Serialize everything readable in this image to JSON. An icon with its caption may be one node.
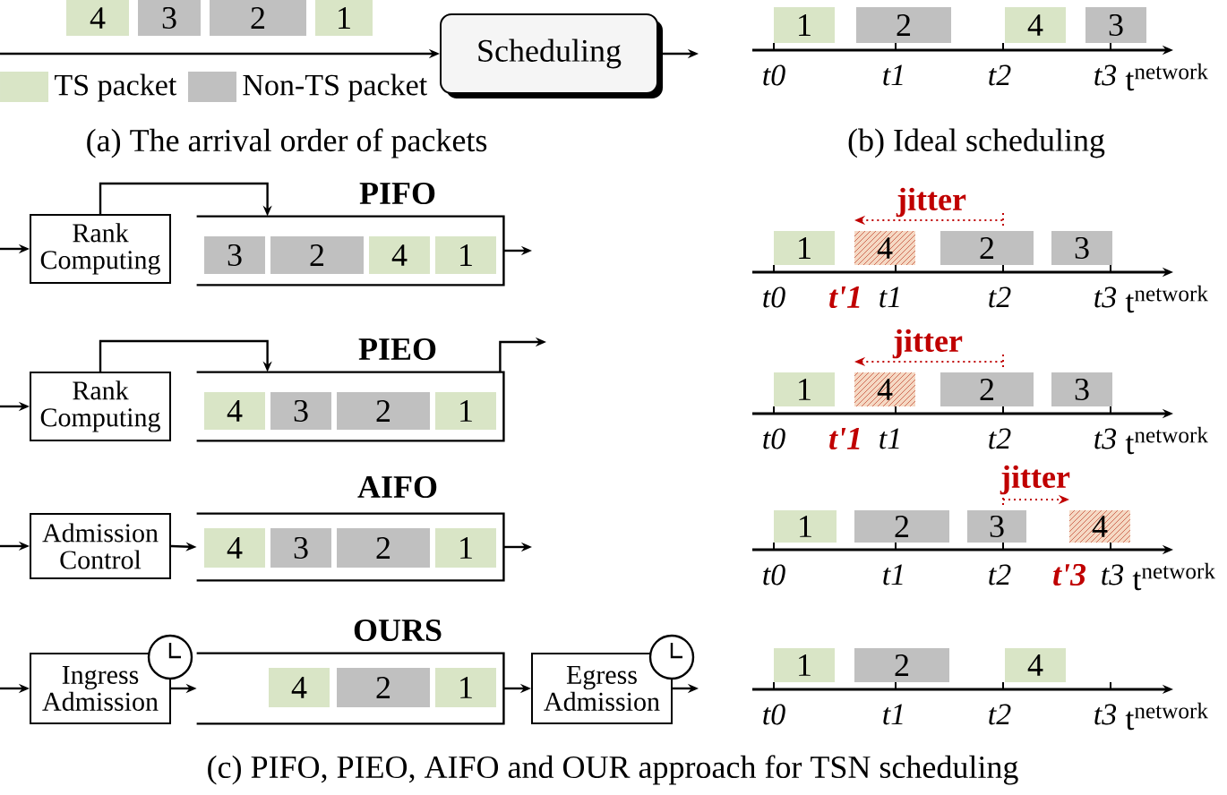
{
  "diagram": {
    "nodes": [
      {
        "text": [
          "4"
        ]
      },
      {
        "text": [
          "3"
        ]
      },
      {
        "text": [
          "2"
        ]
      },
      {
        "text": [
          "1"
        ]
      },
      {
        "text": [
          "Scheduling"
        ]
      },
      {
        "text": [
          "1"
        ]
      },
      {
        "text": [
          "2"
        ]
      },
      {
        "text": [
          "4"
        ]
      },
      {
        "text": [
          "3"
        ]
      },
      {
        "text": [
          "Rank Computing"
        ]
      },
      {
        "text": [
          "PIFO"
        ]
      },
      {
        "text": [
          "3"
        ],
        "in": 10
      },
      {
        "text": [
          "2"
        ],
        "in": 10
      },
      {
        "text": [
          "4"
        ],
        "in": 10
      },
      {
        "text": [
          "1"
        ],
        "in": 10
      },
      {
        "text": [
          "1"
        ]
      },
      {
        "text": [
          "4"
        ]
      },
      {
        "text": [
          "2"
        ]
      },
      {
        "text": [
          "3"
        ]
      },
      {
        "text": [
          "Rank Computing"
        ]
      },
      {
        "text": [
          "PIEO"
        ]
      },
      {
        "text": [
          "4"
        ],
        "in": 20
      },
      {
        "text": [
          "3"
        ],
        "in": 20
      },
      {
        "text": [
          "2"
        ],
        "in": 20
      },
      {
        "text": [
          "1"
        ],
        "in": 20
      },
      {
        "text": [
          "1"
        ]
      },
      {
        "text": [
          "4"
        ]
      },
      {
        "text": [
          "2"
        ]
      },
      {
        "text": [
          "3"
        ]
      },
      {
        "text": [
          "Admission Control"
        ]
      },
      {
        "text": [
          "AIFO"
        ]
      },
      {
        "text": [
          "4"
        ],
        "in": 30
      },
      {
        "text": [
          "3"
        ],
        "in": 30
      },
      {
        "text": [
          "2"
        ],
        "in": 30
      },
      {
        "text": [
          "1"
        ],
        "in": 30
      },
      {
        "text": [
          "1"
        ]
      },
      {
        "text": [
          "2"
        ]
      },
      {
        "text": [
          "3"
        ]
      },
      {
        "text": [
          "4"
        ]
      },
      {
        "text": [
          "Ingress Admission"
        ]
      },
      {
        "text": [
          "OURS"
        ]
      },
      {
        "text": [
          "4"
        ],
        "in": 40
      },
      {
        "text": [
          "2"
        ],
        "in": 40
      },
      {
        "text": [
          "1"
        ],
        "in": 40
      },
      {
        "text": [
          "Egress Admission"
        ]
      },
      {
        "text": [
          "1"
        ]
      },
      {
        "text": [
          "2"
        ]
      },
      {
        "text": [
          "4"
        ]
      }
    ],
    "edges": [
      {
        "from": null,
        "to": 4,
        "arrow": "to"
      },
      {
        "from": 4,
        "to": null,
        "arrow": "to"
      },
      {
        "from": null,
        "to": 9,
        "arrow": "to"
      },
      {
        "from": 9,
        "to": 10,
        "arrow": "to"
      },
      {
        "from": 10,
        "to": null,
        "arrow": "to"
      },
      {
        "from": null,
        "to": 19,
        "arrow": "to"
      },
      {
        "from": 19,
        "to": 20,
        "arrow": "to"
      },
      {
        "from": 20,
        "to": null,
        "arrow": "to"
      },
      {
        "from": null,
        "to": 29,
        "arrow": "to"
      },
      {
        "from": 29,
        "to": 30,
        "arrow": "to"
      },
      {
        "from": 30,
        "to": null,
        "arrow": "to"
      },
      {
        "from": null,
        "to": 39,
        "arrow": "to"
      },
      {
        "from": 39,
        "to": 40,
        "arrow": "to"
      },
      {
        "from": 40,
        "to": 44,
        "arrow": "to"
      },
      {
        "from": 44,
        "to": null,
        "arrow": "to"
      }
    ],
    "labels": [
      "t0",
      "t1",
      "t2",
      "t3",
      "t$^{network}$",
      "(a) The arrival order of packets",
      "(b) Ideal scheduling",
      "jitter",
      "t0",
      "t'1",
      "t1",
      "t2",
      "t3",
      "t$^{network}$",
      "jitter",
      "t0",
      "t'1",
      "t1",
      "t2",
      "t3",
      "t$^{network}$",
      "jitter",
      "t0",
      "t1",
      "t2",
      "t'3",
      "t3",
      "t$^{network}$",
      "t0",
      "t1",
      "t2",
      "t3",
      "t$^{network}$",
      "(c) PIFO, PIEO, AIFO and OUR approach for TSN scheduling"
    ],
    "legend": [
      {
        "text": "TS packet",
        "color": "#d9e5c6"
      },
      {
        "text": "Non-TS packet",
        "color": "#c0c0c0"
      }
    ]
  }
}
